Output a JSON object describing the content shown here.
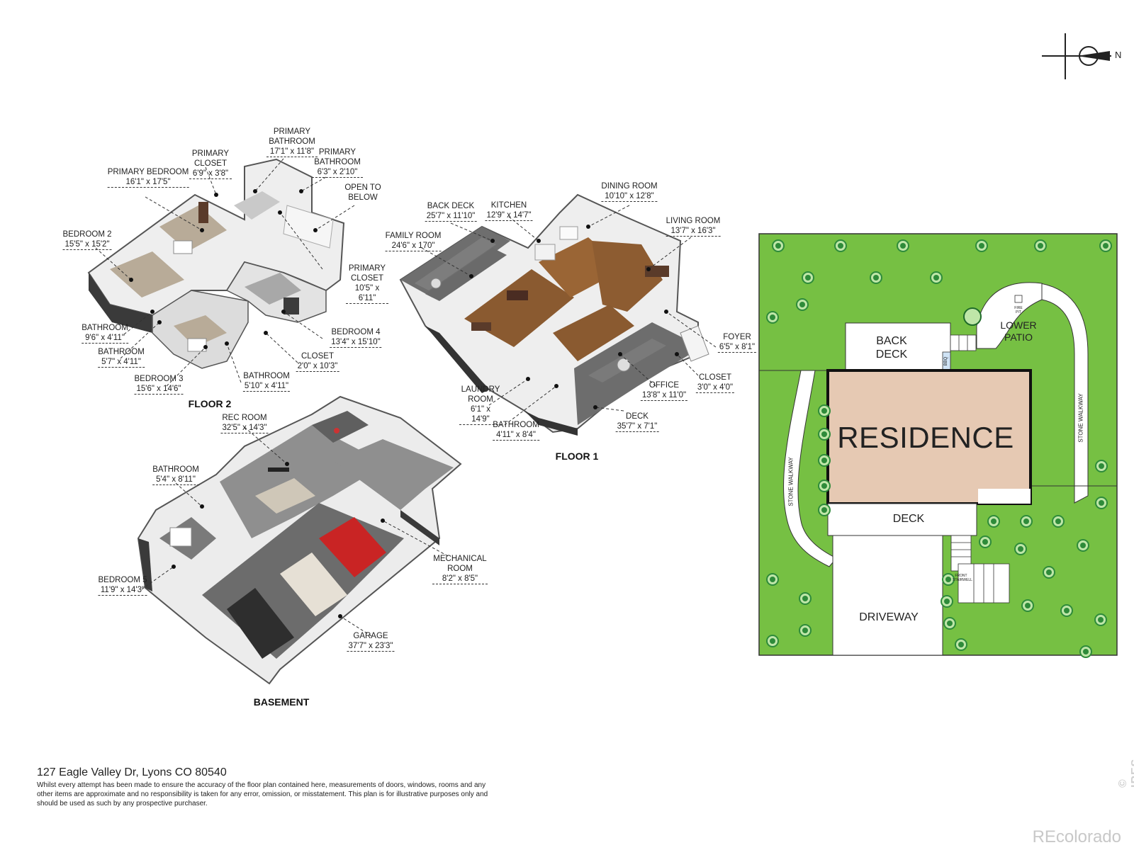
{
  "floor2": {
    "title": "FLOOR 2",
    "rooms": [
      {
        "name": "PRIMARY BEDROOM",
        "dim": "16'1\" x 17'5\""
      },
      {
        "name": "PRIMARY CLOSET",
        "dim": "6'9\" x 3'8\""
      },
      {
        "name": "PRIMARY BATHROOM",
        "dim": "17'1\" x 11'8\""
      },
      {
        "name": "PRIMARY BATHROOM",
        "dim": "6'3\" x 2'10\""
      },
      {
        "name": "OPEN TO BELOW",
        "dim": ""
      },
      {
        "name": "BEDROOM 2",
        "dim": "15'5\" x 15'2\""
      },
      {
        "name": "PRIMARY CLOSET",
        "dim": "10'5\" x 6'11\""
      },
      {
        "name": "BATHROOM",
        "dim": "9'6\" x 4'11\""
      },
      {
        "name": "BATHROOM",
        "dim": "5'7\" x 4'11\""
      },
      {
        "name": "BEDROOM 4",
        "dim": "13'4\" x 15'10\""
      },
      {
        "name": "CLOSET",
        "dim": "2'0\" x 10'3\""
      },
      {
        "name": "BEDROOM 3",
        "dim": "15'6\" x 14'6\""
      },
      {
        "name": "BATHROOM",
        "dim": "5'10\" x 4'11\""
      }
    ]
  },
  "floor1": {
    "title": "FLOOR 1",
    "rooms": [
      {
        "name": "BACK DECK",
        "dim": "25'7\" x 11'10\""
      },
      {
        "name": "KITCHEN",
        "dim": "12'9\" x 14'7\""
      },
      {
        "name": "DINING ROOM",
        "dim": "10'10\" x 12'8\""
      },
      {
        "name": "LIVING ROOM",
        "dim": "13'7\" x 16'3\""
      },
      {
        "name": "FAMILY ROOM",
        "dim": "24'6\" x 170\""
      },
      {
        "name": "FOYER",
        "dim": "6'5\" x 8'1\""
      },
      {
        "name": "OFFICE",
        "dim": "13'8\" x 11'0\""
      },
      {
        "name": "CLOSET",
        "dim": "3'0\" x 4'0\""
      },
      {
        "name": "LAUNDRY ROOM",
        "dim": "6'1\" x 14'9\""
      },
      {
        "name": "BATHROOM",
        "dim": "4'11\" x 8'4\""
      },
      {
        "name": "DECK",
        "dim": "35'7\" x 7'1\""
      }
    ]
  },
  "basement": {
    "title": "BASEMENT",
    "rooms": [
      {
        "name": "REC ROOM",
        "dim": "32'5\" x 14'3\""
      },
      {
        "name": "BATHROOM",
        "dim": "5'4\" x 8'11\""
      },
      {
        "name": "MECHANICAL ROOM",
        "dim": "8'2\" x 8'5\""
      },
      {
        "name": "BEDROOM 5",
        "dim": "11'9\" x 14'3\""
      },
      {
        "name": "GARAGE",
        "dim": "37'7\" x 23'3\""
      }
    ]
  },
  "site": {
    "residence": "RESIDENCE",
    "back_deck": "BACK DECK",
    "lower_patio": "LOWER PATIO",
    "fire_pit": "FIRE PIT",
    "bbq": "BBQ",
    "deck": "DECK",
    "driveway": "DRIVEWAY",
    "stone_walkway": "STONE WALKWAY",
    "front_stairwell": "FRONT STAIRWELL",
    "compass_north": "N",
    "colors": {
      "lawn": "#76c043",
      "residence": "#e6c9b3",
      "tree": "#2e8b3a",
      "tree_light": "#bfe6a8"
    }
  },
  "footer": {
    "address": "127 Eagle Valley Dr, Lyons CO 80540",
    "disclaimer": "Whilst every attempt has been made to ensure the accuracy of the floor plan contained here, measurements of doors, windows, rooms and any other items are approximate and no responsibility is taken for any error, omission, or misstatement. This plan is for illustrative purposes only and should be used as such by any prospective purchaser."
  },
  "watermarks": {
    "ires": "© IRES",
    "recolorado": "REcolorado"
  }
}
